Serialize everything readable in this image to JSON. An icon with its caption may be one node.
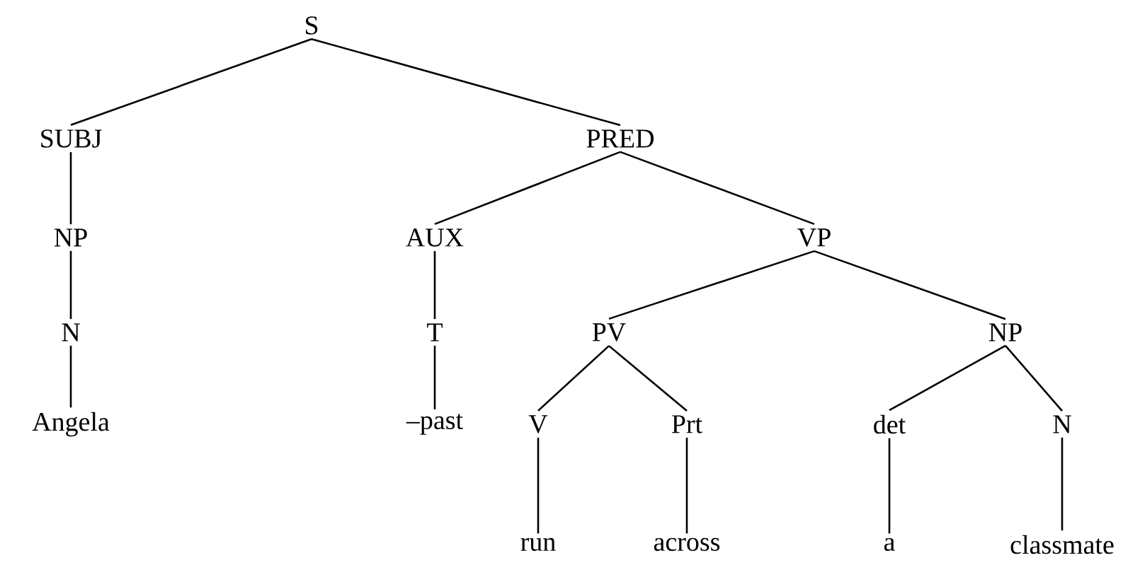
{
  "diagram": {
    "nodes": [
      {
        "text": [
          "S"
        ]
      },
      {
        "text": [
          "SUBJ"
        ]
      },
      {
        "text": [
          "PRED"
        ]
      },
      {
        "text": [
          "NP"
        ]
      },
      {
        "text": [
          "N"
        ]
      },
      {
        "text": [
          "Angela"
        ]
      },
      {
        "text": [
          "AUX"
        ]
      },
      {
        "text": [
          "VP"
        ]
      },
      {
        "text": [
          "T"
        ]
      },
      {
        "text": [
          "–past"
        ]
      },
      {
        "text": [
          "PV"
        ]
      },
      {
        "text": [
          "NP"
        ]
      },
      {
        "text": [
          "V"
        ]
      },
      {
        "text": [
          "Prt"
        ]
      },
      {
        "text": [
          "det"
        ]
      },
      {
        "text": [
          "N"
        ]
      },
      {
        "text": [
          "run"
        ]
      },
      {
        "text": [
          "across"
        ]
      },
      {
        "text": [
          "a"
        ]
      },
      {
        "text": [
          "classmate"
        ]
      }
    ],
    "edges": [
      {
        "from": 0,
        "to": 1,
        "arrow": "none"
      },
      {
        "from": 0,
        "to": 2,
        "arrow": "none"
      },
      {
        "from": 1,
        "to": 3,
        "arrow": "none"
      },
      {
        "from": 3,
        "to": 4,
        "arrow": "none"
      },
      {
        "from": 4,
        "to": 5,
        "arrow": "none"
      },
      {
        "from": 2,
        "to": 6,
        "arrow": "none"
      },
      {
        "from": 2,
        "to": 7,
        "arrow": "none"
      },
      {
        "from": 6,
        "to": 8,
        "arrow": "none"
      },
      {
        "from": 8,
        "to": 9,
        "arrow": "none"
      },
      {
        "from": 7,
        "to": 10,
        "arrow": "none"
      },
      {
        "from": 7,
        "to": 11,
        "arrow": "none"
      },
      {
        "from": 10,
        "to": 12,
        "arrow": "none"
      },
      {
        "from": 10,
        "to": 13,
        "arrow": "none"
      },
      {
        "from": 11,
        "to": 14,
        "arrow": "none"
      },
      {
        "from": 11,
        "to": 15,
        "arrow": "none"
      },
      {
        "from": 12,
        "to": 16,
        "arrow": "none"
      },
      {
        "from": 13,
        "to": 17,
        "arrow": "none"
      },
      {
        "from": 14,
        "to": 18,
        "arrow": "none"
      },
      {
        "from": 15,
        "to": 19,
        "arrow": "none"
      }
    ]
  }
}
